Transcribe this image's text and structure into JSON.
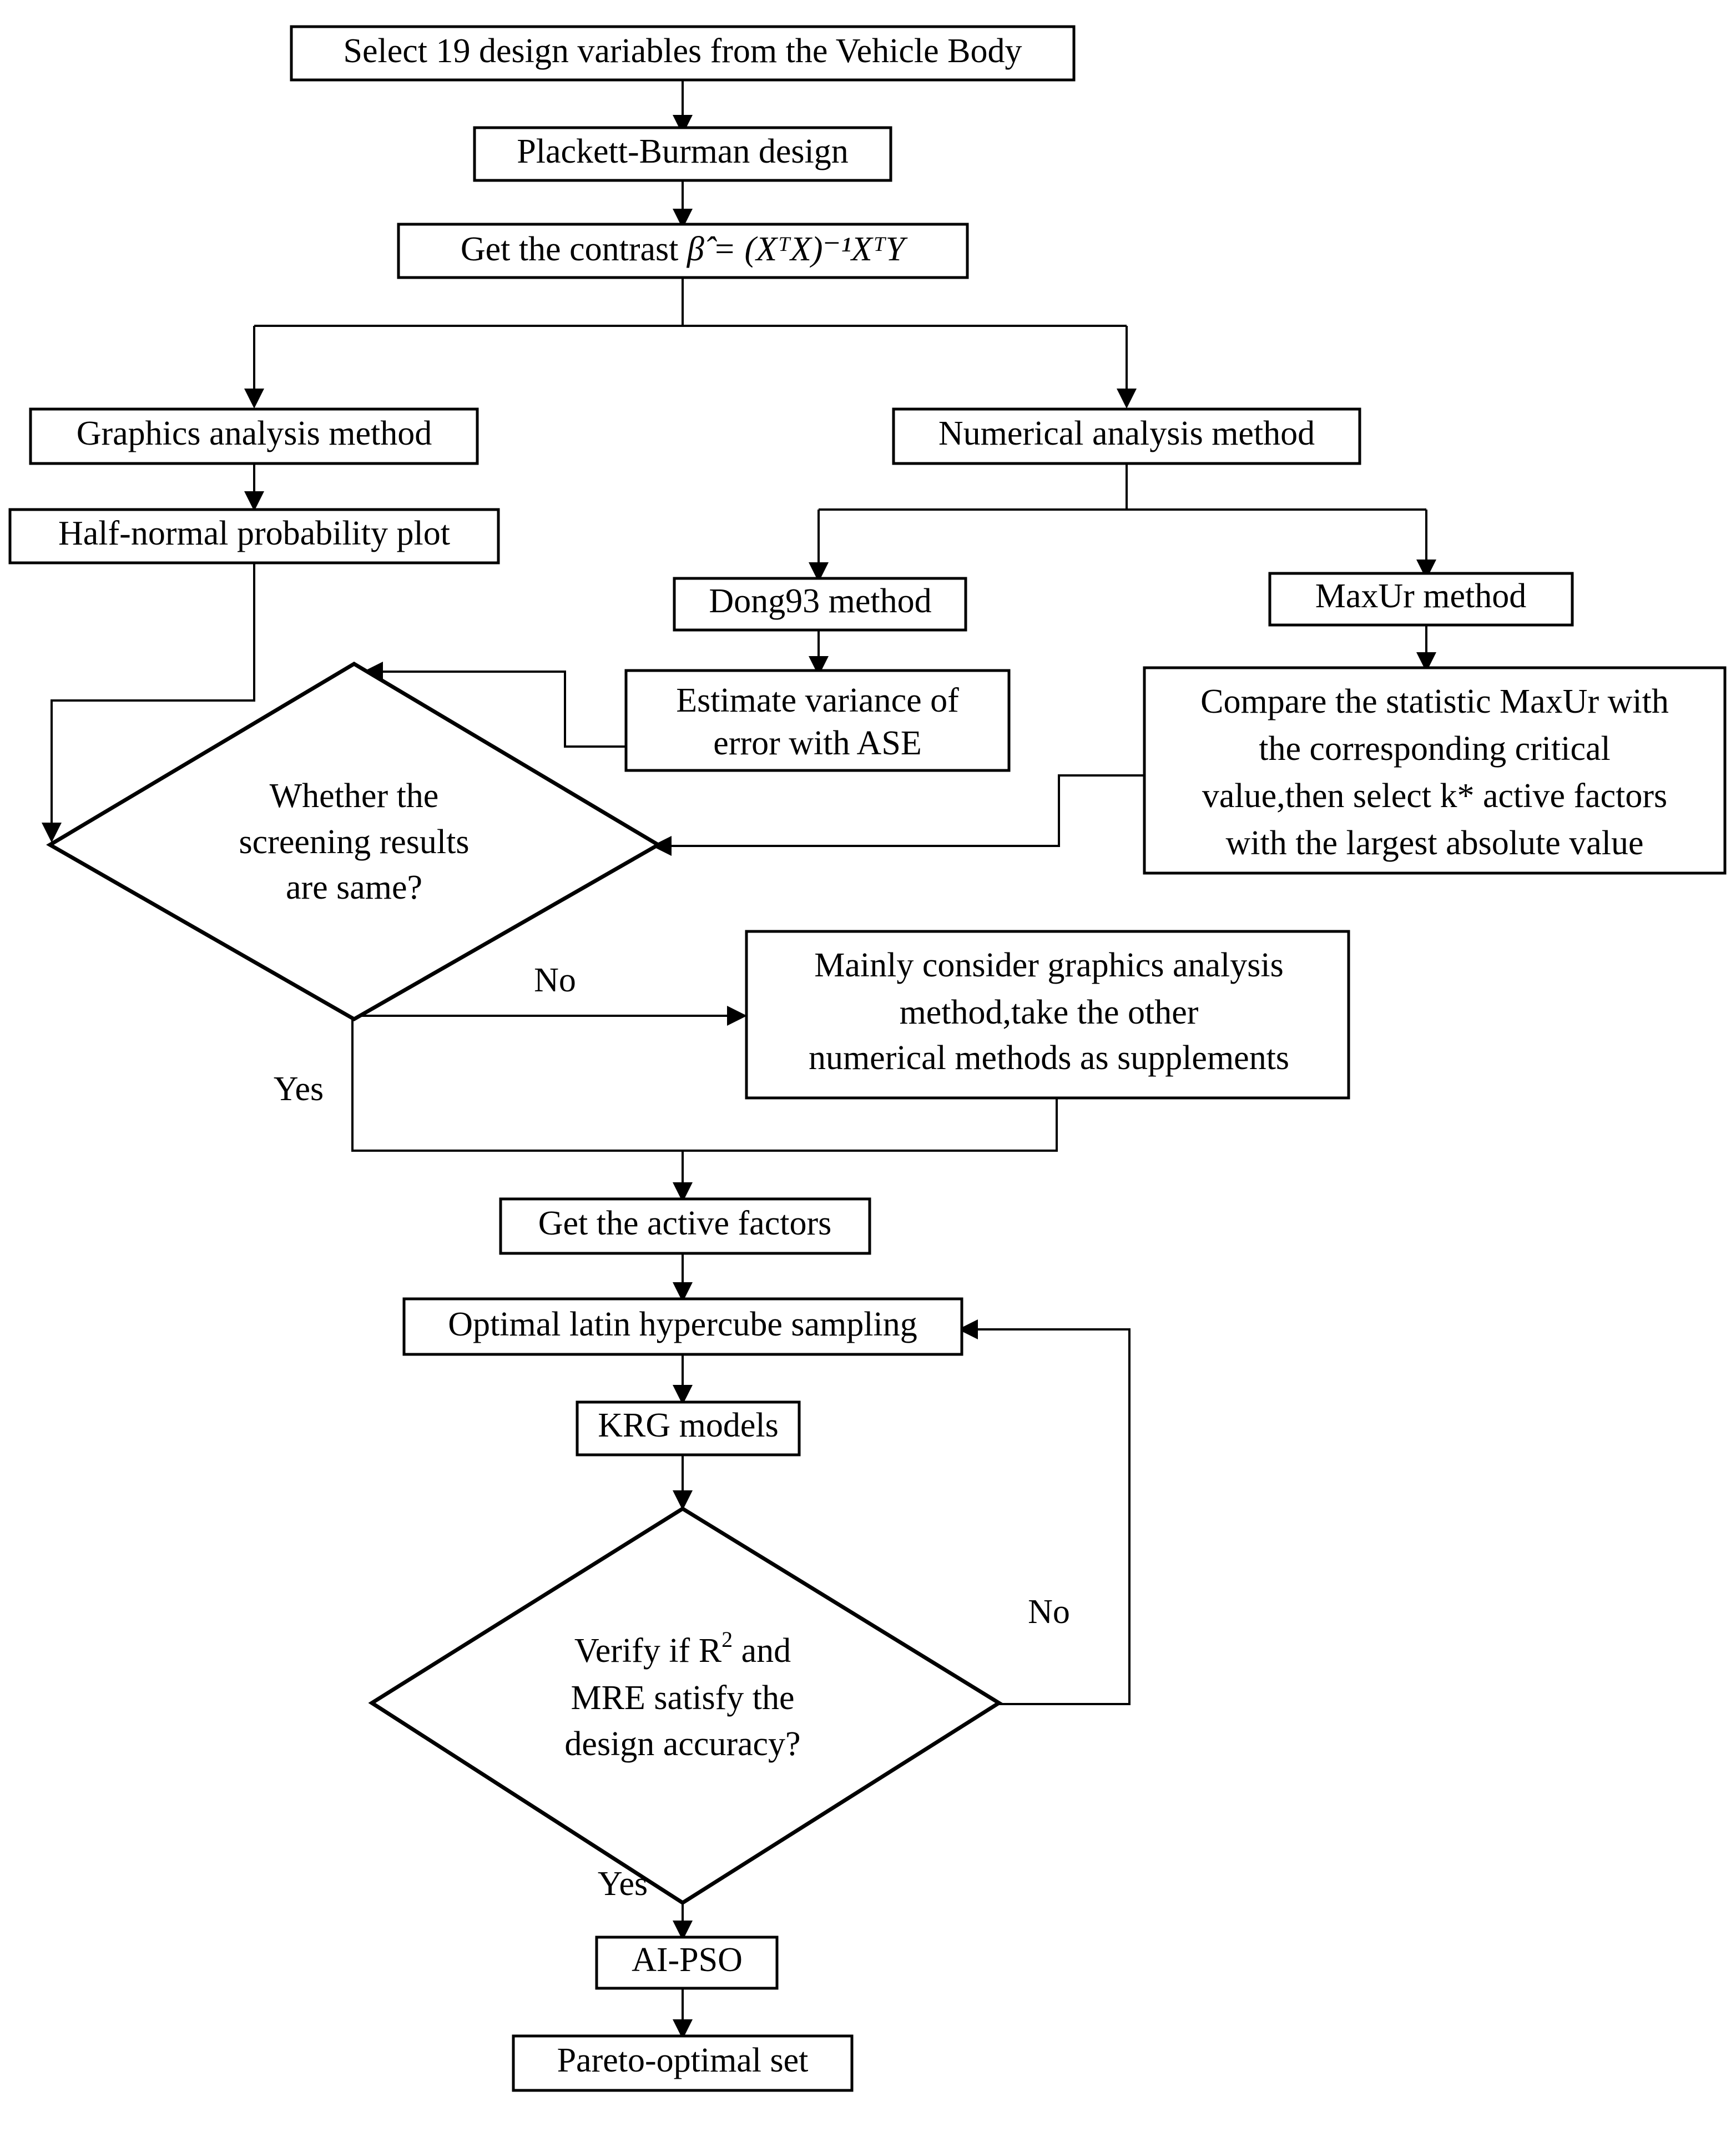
{
  "diagram": {
    "title": "Vehicle body design optimization flowchart",
    "type": "flowchart",
    "background_color": "#ffffff",
    "line_color": "#000000",
    "text_color": "#000000"
  },
  "nodes": {
    "n1": {
      "label": "Select 19 design  variables from the Vehicle Body",
      "shape": "process"
    },
    "n2": {
      "label": "Plackett-Burman design",
      "shape": "process"
    },
    "n3": {
      "label_prefix": "Get the contrast ",
      "formula": "β̂ = (XᵀX)⁻¹XᵀY",
      "shape": "process"
    },
    "n4": {
      "label": "Graphics analysis method",
      "shape": "process"
    },
    "n5": {
      "label": "Numerical analysis method",
      "shape": "process"
    },
    "n6": {
      "label": "Half-normal probability plot",
      "shape": "process"
    },
    "n7": {
      "label": "Dong93 method",
      "shape": "process"
    },
    "n8": {
      "label": "MaxUr method",
      "shape": "process"
    },
    "n9": {
      "line1": "Estimate variance  of",
      "line2": "error with ASE",
      "shape": "process"
    },
    "n10": {
      "line1": "Compare the statistic MaxUr with",
      "line2": "the corresponding critical",
      "line3": "value,then select k* active factors",
      "line4": "with the largest absolute value",
      "shape": "process"
    },
    "n11": {
      "line1": "Whether the",
      "line2": "screening results",
      "line3": "are same?",
      "shape": "decision"
    },
    "n12": {
      "line1": "Mainly consider graphics analysis",
      "line2": "method,take the other",
      "line3": "numerical methods as supplements",
      "shape": "process"
    },
    "n13": {
      "label": "Get the active  factors",
      "shape": "process"
    },
    "n14": {
      "label": "Optimal latin hypercube sampling",
      "shape": "process"
    },
    "n15": {
      "label": "KRG models",
      "shape": "process"
    },
    "n16": {
      "line1_a": "Verify if R",
      "line1_sup": "2",
      "line1_b": " and",
      "line2": "MRE satisfy the",
      "line3": "design accuracy?",
      "shape": "decision"
    },
    "n17": {
      "label": "AI-PSO",
      "shape": "process"
    },
    "n18": {
      "label": "Pareto-optimal set",
      "shape": "process"
    }
  },
  "edge_labels": {
    "no_screening": "No",
    "yes_screening": "Yes",
    "no_verify": "No",
    "yes_verify": "Yes"
  }
}
